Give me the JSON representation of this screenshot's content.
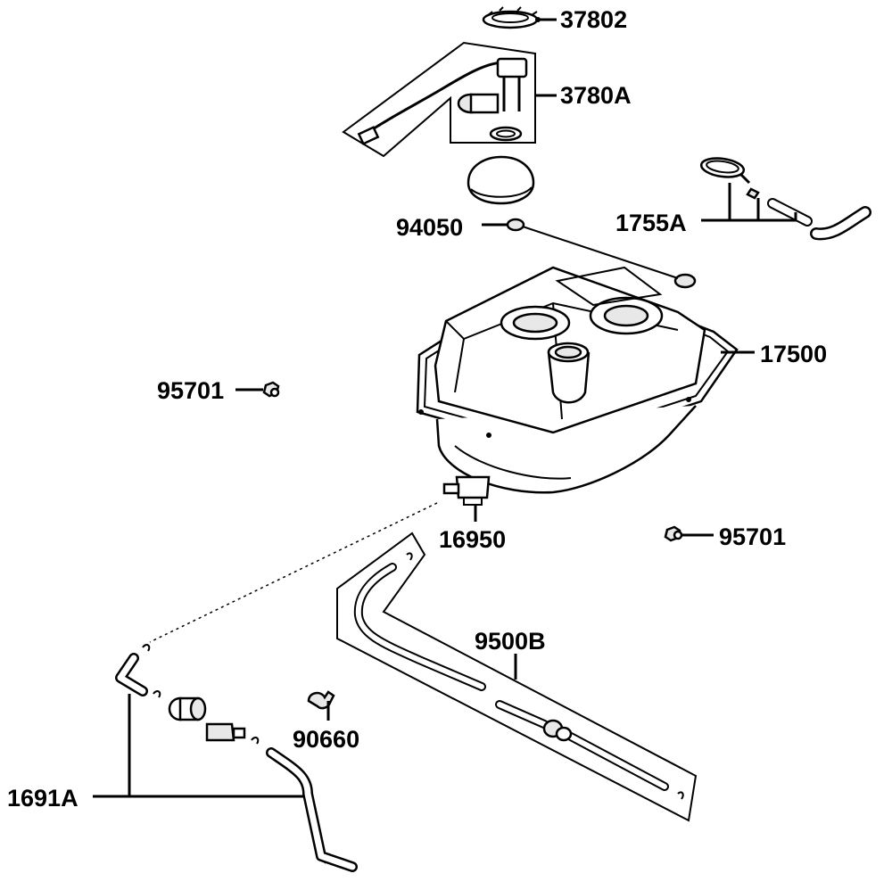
{
  "diagram": {
    "labels": {
      "p37802": "37802",
      "p3780A": "3780A",
      "p1755A": "1755A",
      "p94050": "94050",
      "p17500": "17500",
      "p95701_left": "95701",
      "p95701_right": "95701",
      "p16950": "16950",
      "p9500B": "9500B",
      "p90660": "90660",
      "p1691A": "1691A"
    },
    "colors": {
      "ink": "#000000",
      "paper": "#ffffff",
      "shade": "#e8e8e8"
    }
  }
}
